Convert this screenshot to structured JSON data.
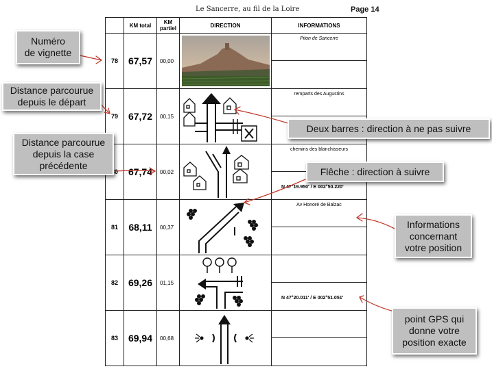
{
  "header": {
    "doc_title": "Le Sancerre, au fil de la Loire",
    "page_label": "Page 14"
  },
  "table": {
    "columns": [
      "",
      "KM total",
      "KM\npartiel",
      "DIRECTION",
      "INFORMATIONS"
    ],
    "rows": [
      {
        "num": "78",
        "km_total": "67,57",
        "km_partiel": "00,00",
        "direction": "photo-landscape",
        "info": "Piton de Sancerre",
        "info_italic": true,
        "gps": ""
      },
      {
        "num": "79",
        "km_total": "67,72",
        "km_partiel": "00,15",
        "direction": "straight-with-houses-and-restaurant",
        "info": "remparts des Augustins",
        "info_italic": false,
        "gps": ""
      },
      {
        "num": "80",
        "km_total": "67,74",
        "km_partiel": "00,02",
        "direction": "fork-with-houses",
        "info": "chemins des blanchisseurs",
        "info_italic": false,
        "gps": "N 47°19.950' / E 002°50.220'"
      },
      {
        "num": "81",
        "km_total": "68,11",
        "km_partiel": "00,37",
        "direction": "diagonal-right-with-vineyards",
        "info": "Av Honoré de Balzac",
        "info_italic": false,
        "gps": ""
      },
      {
        "num": "82",
        "km_total": "69,26",
        "km_partiel": "01,15",
        "direction": "turn-left-with-trees-and-vineyards",
        "info": "",
        "info_italic": false,
        "gps": "N 47°20.011' / E 002°51.051'"
      },
      {
        "num": "83",
        "km_total": "69,94",
        "km_partiel": "00,68",
        "direction": "straight-with-lights",
        "info": "",
        "info_italic": false,
        "gps": ""
      }
    ]
  },
  "callouts": {
    "numero": "Numéro\nde vignette",
    "distance_depart": "Distance parcourue\ndepuis le départ",
    "distance_case": "Distance parcourue\ndepuis la case\nprécédente",
    "deux_barres": "Deux barres : direction à ne pas suivre",
    "fleche": "Flêche : direction à suivre",
    "informations": "Informations\nconcernant\nvotre position",
    "gps": "point GPS qui\ndonne votre\nposition exacte"
  },
  "colors": {
    "callout_bg": "#bfbfbf",
    "arrow_red": "#c0392b",
    "ink": "#111111"
  }
}
